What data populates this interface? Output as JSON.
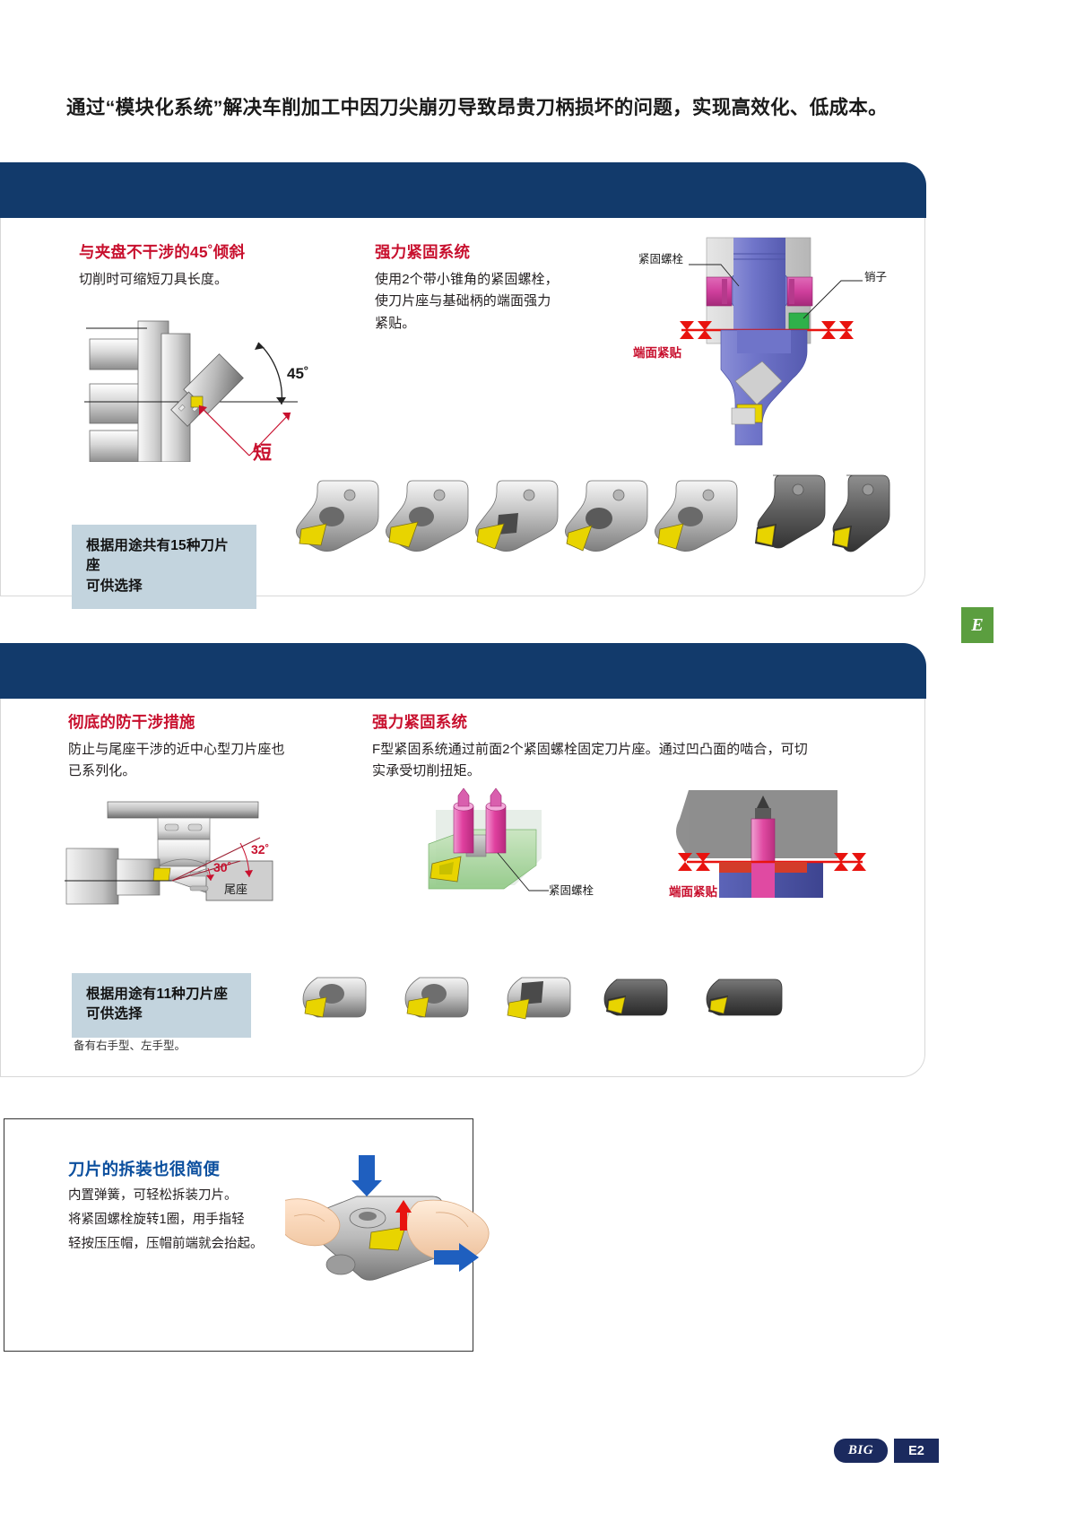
{
  "headline": "通过“模块化系统”解决车削加工中因刀尖崩刃导致昂贵刀柄损坏的问题，实现高效化、低成本。",
  "panel1": {
    "left": {
      "title": "与夹盘不干涉的45˚倾斜",
      "body": "切削时可缩短刀具长度。",
      "diagram": {
        "angle_label": "45˚",
        "short_label": "短"
      }
    },
    "right": {
      "title": "强力紧固系统",
      "body_lines": [
        "使用2个带小锥角的紧固螺栓，",
        "使刀片座与基础柄的端面强力",
        "紧贴。"
      ],
      "diagram": {
        "bolt_label": "紧固螺栓",
        "pin_label": "销子",
        "contact_label": "端面紧贴"
      }
    },
    "infobox_lines": [
      "根据用途共有15种刀片座",
      "可供选择"
    ],
    "holder_count": 7
  },
  "panel2": {
    "left": {
      "title": "彻底的防干涉措施",
      "body_lines": [
        "防止与尾座干涉的近中心型刀片座也",
        "已系列化。"
      ],
      "diagram": {
        "angle_outer": "32˚",
        "angle_inner": "30˚",
        "tailstock_label": "尾座"
      }
    },
    "right": {
      "title": "强力紧固系统",
      "body_lines": [
        "F型紧固系统通过前面2个紧固螺栓固定刀片座。通过凹凸面的啮合，可切",
        "实承受切削扭矩。"
      ],
      "diagram": {
        "bolt_label": "紧固螺栓",
        "contact_label": "端面紧贴"
      }
    },
    "infobox_lines": [
      "根据用途有11种刀片座",
      "可供选择"
    ],
    "note": "备有右手型、左手型。",
    "holder_count": 5
  },
  "bottom": {
    "title": "刀片的拆装也很简便",
    "body_lines": [
      "内置弹簧，可轻松拆装刀片。",
      "将紧固螺栓旋转1圈，用手指轻",
      "轻按压压帽，压帽前端就会抬起。"
    ]
  },
  "edge_tab": "E",
  "footer": {
    "brand": "BIG",
    "page": "E2"
  },
  "colors": {
    "panel_bar": "#123a6b",
    "accent_red": "#c8102e",
    "infobox_bg": "#c3d4de",
    "tab_green": "#5b9e3f",
    "blue_title": "#0b4f9e"
  }
}
